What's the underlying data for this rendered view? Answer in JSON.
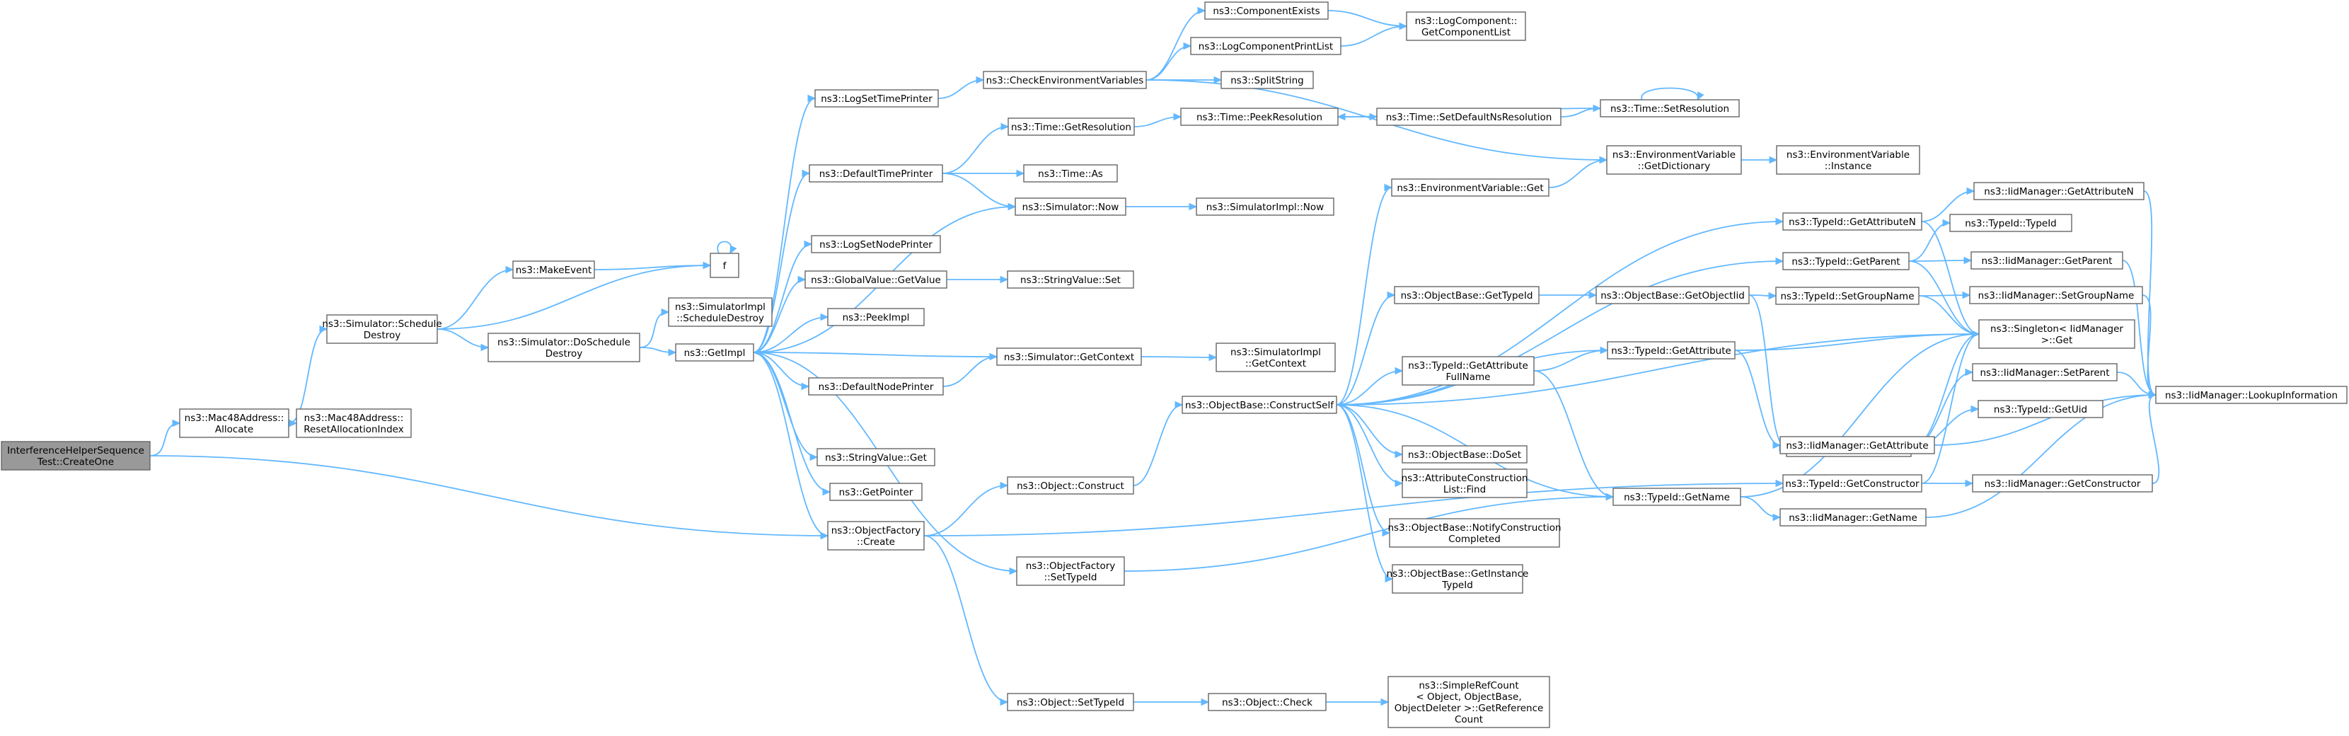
{
  "nodes": {
    "root": [
      "InterferenceHelperSequence",
      "Test::CreateOne"
    ],
    "mac_allocate": [
      "ns3::Mac48Address::",
      "Allocate"
    ],
    "mac_reset": [
      "ns3::Mac48Address::",
      "ResetAllocationIndex"
    ],
    "sched_destroy": [
      "ns3::Simulator::Schedule",
      "Destroy"
    ],
    "make_event": [
      "ns3::MakeEvent"
    ],
    "f": [
      "f"
    ],
    "do_sched_destroy": [
      "ns3::Simulator::DoSchedule",
      "Destroy"
    ],
    "simimpl_sched": [
      "ns3::SimulatorImpl",
      "::ScheduleDestroy"
    ],
    "getimpl": [
      "ns3::GetImpl"
    ],
    "log_time_printer": [
      "ns3::LogSetTimePrinter"
    ],
    "default_time_printer": [
      "ns3::DefaultTimePrinter"
    ],
    "log_node_printer": [
      "ns3::LogSetNodePrinter"
    ],
    "global_getvalue": [
      "ns3::GlobalValue::GetValue"
    ],
    "peekimpl": [
      "ns3::PeekImpl"
    ],
    "default_node_printer": [
      "ns3::DefaultNodePrinter"
    ],
    "stringvalue_get": [
      "ns3::StringValue::Get"
    ],
    "getpointer": [
      "ns3::GetPointer"
    ],
    "objfactory_create": [
      "ns3::ObjectFactory",
      "::Create"
    ],
    "check_env": [
      "ns3::CheckEnvironmentVariables"
    ],
    "component_exists": [
      "ns3::ComponentExists"
    ],
    "log_comp_print": [
      "ns3::LogComponentPrintList"
    ],
    "split_string": [
      "ns3::SplitString"
    ],
    "log_comp_getlist": [
      "ns3::LogComponent::",
      "GetComponentList"
    ],
    "time_getres": [
      "ns3::Time::GetResolution"
    ],
    "time_as": [
      "ns3::Time::As"
    ],
    "sim_now": [
      "ns3::Simulator::Now"
    ],
    "simimpl_now": [
      "ns3::SimulatorImpl::Now"
    ],
    "stringvalue_set": [
      "ns3::StringValue::Set"
    ],
    "sim_getcontext": [
      "ns3::Simulator::GetContext"
    ],
    "simimpl_getcontext": [
      "ns3::SimulatorImpl",
      "::GetContext"
    ],
    "object_construct": [
      "ns3::Object::Construct"
    ],
    "objfactory_settypeid": [
      "ns3::ObjectFactory",
      "::SetTypeId"
    ],
    "object_settypeid": [
      "ns3::Object::SetTypeId"
    ],
    "object_check": [
      "ns3::Object::Check"
    ],
    "refcount": [
      "ns3::SimpleRefCount",
      "< Object, ObjectBase,",
      "ObjectDeleter >::GetReference",
      "Count"
    ],
    "peek_res": [
      "ns3::Time::PeekResolution"
    ],
    "set_default_ns": [
      "ns3::Time::SetDefaultNsResolution"
    ],
    "set_res": [
      "ns3::Time::SetResolution"
    ],
    "env_getdict": [
      "ns3::EnvironmentVariable",
      "::GetDictionary"
    ],
    "env_instance": [
      "ns3::EnvironmentVariable",
      "::Instance"
    ],
    "env_get": [
      "ns3::EnvironmentVariable::Get"
    ],
    "construct_self": [
      "ns3::ObjectBase::ConstructSelf"
    ],
    "objbase_gettypeid": [
      "ns3::ObjectBase::GetTypeId"
    ],
    "getobjectiid": [
      "ns3::ObjectBase::GetObjectIid"
    ],
    "typeid_getattr_fullname": [
      "ns3::TypeId::GetAttribute",
      "FullName"
    ],
    "doset": [
      "ns3::ObjectBase::DoSet"
    ],
    "attr_find": [
      "ns3::AttributeConstruction",
      "List::Find"
    ],
    "notify_completed": [
      "ns3::ObjectBase::NotifyConstruction",
      "Completed"
    ],
    "get_instance_typeid": [
      "ns3::ObjectBase::GetInstance",
      "TypeId"
    ],
    "typeid_getattrn": [
      "ns3::TypeId::GetAttributeN"
    ],
    "typeid_getparent": [
      "ns3::TypeId::GetParent"
    ],
    "typeid_setgroupname": [
      "ns3::TypeId::SetGroupName"
    ],
    "typeid_getattribute": [
      "ns3::TypeId::GetAttribute"
    ],
    "typeid_setparent": [
      "ns3::TypeId::SetParent"
    ],
    "typeid_getname": [
      "ns3::TypeId::GetName"
    ],
    "typeid_getconstructor": [
      "ns3::TypeId::GetConstructor"
    ],
    "iid_getattrn": [
      "ns3::IidManager::GetAttributeN"
    ],
    "typeid_typeid": [
      "ns3::TypeId::TypeId"
    ],
    "iid_getparent": [
      "ns3::IidManager::GetParent"
    ],
    "singleton_get": [
      "ns3::Singleton< IidManager",
      ">::Get"
    ],
    "iid_setgroupname": [
      "ns3::IidManager::SetGroupName"
    ],
    "iid_setparent": [
      "ns3::IidManager::SetParent"
    ],
    "typeid_getuid": [
      "ns3::TypeId::GetUid"
    ],
    "iid_getattribute": [
      "ns3::IidManager::GetAttribute"
    ],
    "iid_getconstructor": [
      "ns3::IidManager::GetConstructor"
    ],
    "iid_getname": [
      "ns3::IidManager::GetName"
    ],
    "iid_lookup": [
      "ns3::IidManager::LookupInformation"
    ]
  }
}
